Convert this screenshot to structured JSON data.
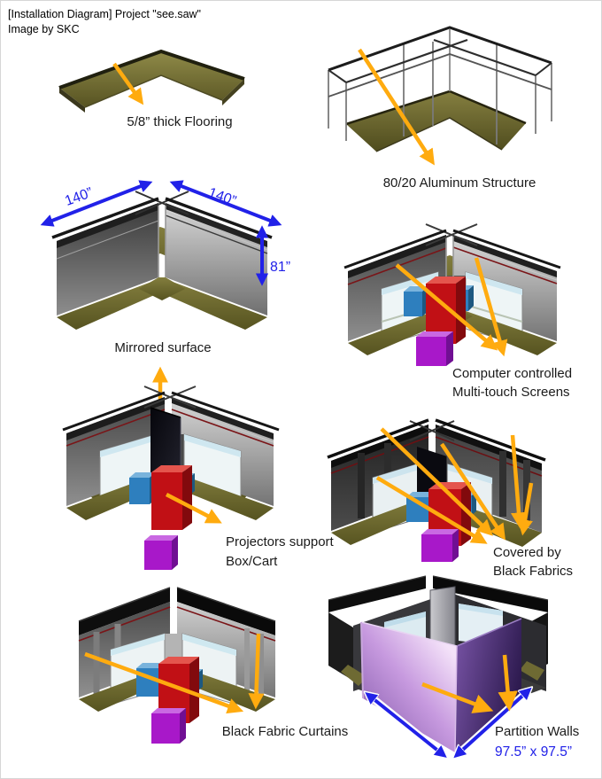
{
  "header": {
    "title": "[Installation Diagram] Project \"see.saw\"",
    "credit": "Image by SKC"
  },
  "palette": {
    "arrow_orange": "#FFAB0F",
    "dimension_blue": "#2121E8",
    "floor_olive": "#6E6A33",
    "mirror_black": "#0A0A12",
    "partition_purple_light": "#C79ADF",
    "partition_purple_dark": "#3A2561",
    "projector_red": "#C11015",
    "projector_blue": "#2E7FBE",
    "projector_magenta": "#A818C9",
    "label_text": "#1A1A1A",
    "background": "#FFFFFF"
  },
  "panels": {
    "flooring": {
      "label": "5/8” thick Flooring"
    },
    "aluminum_structure": {
      "label": "80/20 Aluminum Structure"
    },
    "dimensions": {
      "width_left": "140”",
      "width_right": "140”",
      "height": "81”"
    },
    "mirrored_surface": {
      "label": "Mirrored surface"
    },
    "multitouch_screens": {
      "line1": "Computer controlled",
      "line2": "Multi-touch Screens"
    },
    "projector_cart": {
      "line1": "Projectors support",
      "line2": "Box/Cart"
    },
    "black_fabrics": {
      "line1": "Covered by",
      "line2": "Black Fabrics"
    },
    "fabric_curtains": {
      "label": "Black Fabric Curtains"
    },
    "partition_walls": {
      "label": "Partition Walls",
      "dimension": "97.5” x 97.5”"
    }
  }
}
